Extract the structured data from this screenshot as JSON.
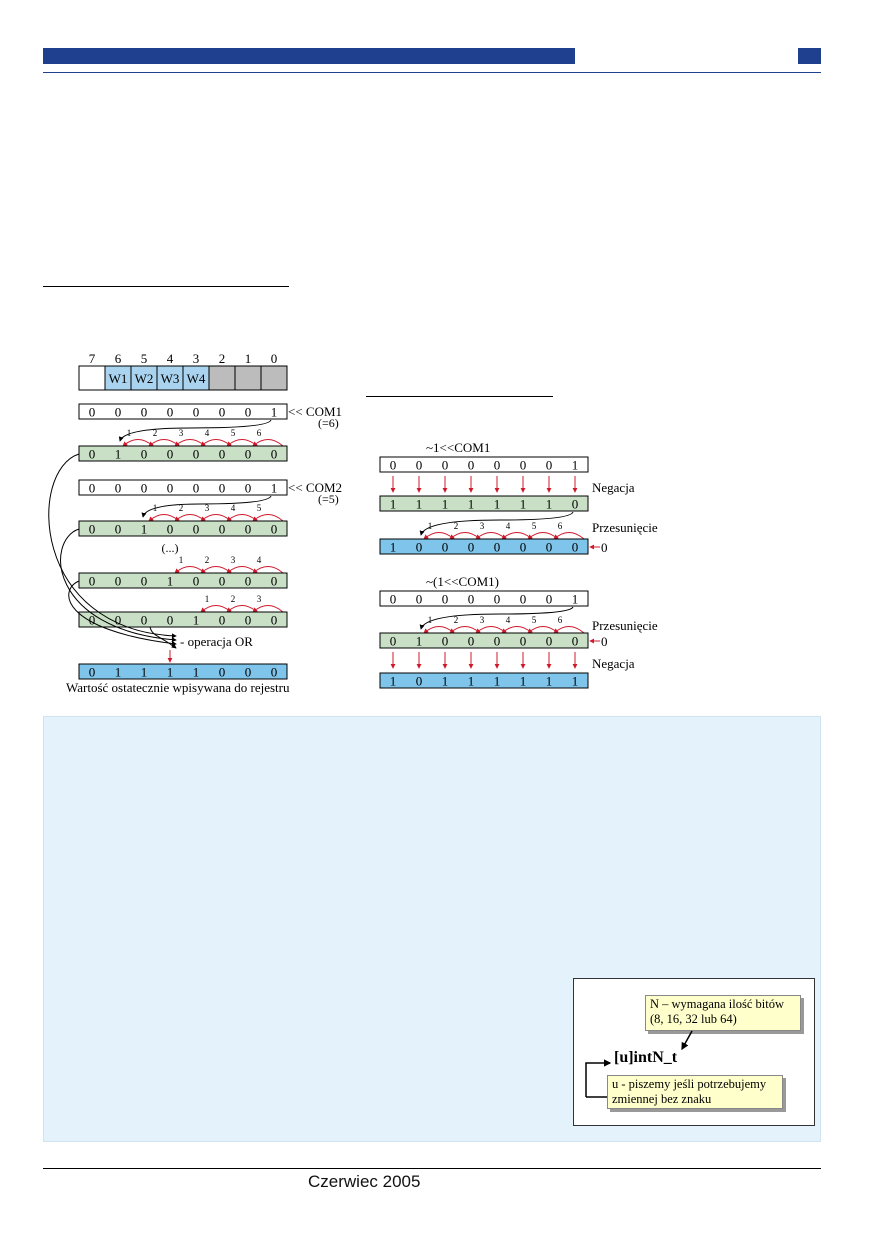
{
  "footer": {
    "text": "Czerwiec 2005"
  },
  "fig1": {
    "header_bits": [
      "7",
      "6",
      "5",
      "4",
      "3",
      "2",
      "1",
      "0"
    ],
    "header_cells": [
      "",
      "W1",
      "W2",
      "W3",
      "W4",
      "",
      "",
      ""
    ],
    "com1_row": [
      "0",
      "0",
      "0",
      "0",
      "0",
      "0",
      "0",
      "1"
    ],
    "com1_label": "<<  COM1",
    "com1_note": "(=6)",
    "shift6_row": [
      "0",
      "1",
      "0",
      "0",
      "0",
      "0",
      "0",
      "0"
    ],
    "shift6_labels": [
      "6",
      "5",
      "4",
      "3",
      "2",
      "1"
    ],
    "com2_row": [
      "0",
      "0",
      "0",
      "0",
      "0",
      "0",
      "0",
      "1"
    ],
    "com2_label": "<<  COM2",
    "com2_note": "(=5)",
    "shift5_row": [
      "0",
      "0",
      "1",
      "0",
      "0",
      "0",
      "0",
      "0"
    ],
    "shift5_labels": [
      "5",
      "4",
      "3",
      "2",
      "1"
    ],
    "ellipsis": "(...)",
    "shift4_row": [
      "0",
      "0",
      "0",
      "1",
      "0",
      "0",
      "0",
      "0"
    ],
    "shift4_labels": [
      "4",
      "3",
      "2",
      "1"
    ],
    "shift3_row": [
      "0",
      "0",
      "0",
      "0",
      "1",
      "0",
      "0",
      "0"
    ],
    "shift3_labels": [
      "3",
      "2",
      "1"
    ],
    "or_label": "- operacja OR",
    "result_row": [
      "0",
      "1",
      "1",
      "1",
      "1",
      "0",
      "0",
      "0"
    ],
    "result_caption": "Wartość ostatecznie wpisywana do rejestru"
  },
  "fig2": {
    "title_a": "~1<<COM1",
    "row_a1": [
      "0",
      "0",
      "0",
      "0",
      "0",
      "0",
      "0",
      "1"
    ],
    "row_a2": [
      "1",
      "1",
      "1",
      "1",
      "1",
      "1",
      "1",
      "0"
    ],
    "row_a3": [
      "1",
      "0",
      "0",
      "0",
      "0",
      "0",
      "0",
      "0"
    ],
    "shift_labels": [
      "6",
      "5",
      "4",
      "3",
      "2",
      "1"
    ],
    "negacja": "Negacja",
    "przesuniecie": "Przesunięcie",
    "zero": "0",
    "title_b": "~(1<<COM1)",
    "row_b1": [
      "0",
      "0",
      "0",
      "0",
      "0",
      "0",
      "0",
      "1"
    ],
    "row_b2": [
      "0",
      "1",
      "0",
      "0",
      "0",
      "0",
      "0",
      "0"
    ],
    "row_b3": [
      "1",
      "0",
      "1",
      "1",
      "1",
      "1",
      "1",
      "1"
    ]
  },
  "inset": {
    "type_name": "[u]intN_t",
    "note_n": "N – wymagana ilość bitów (8, 16, 32 lub 64)",
    "note_u": "u - piszemy jeśli potrzebujemy zmiennej bez znaku"
  },
  "colors": {
    "accent_blue": "#1f3f8f",
    "green_row": "#c9e0c6",
    "blue_row": "#7fc4ea",
    "header_blue": "#a9d3ee",
    "gray": "#bcbcbc",
    "arrow_red": "#d0182b",
    "info_bg": "#e4f2fb"
  }
}
